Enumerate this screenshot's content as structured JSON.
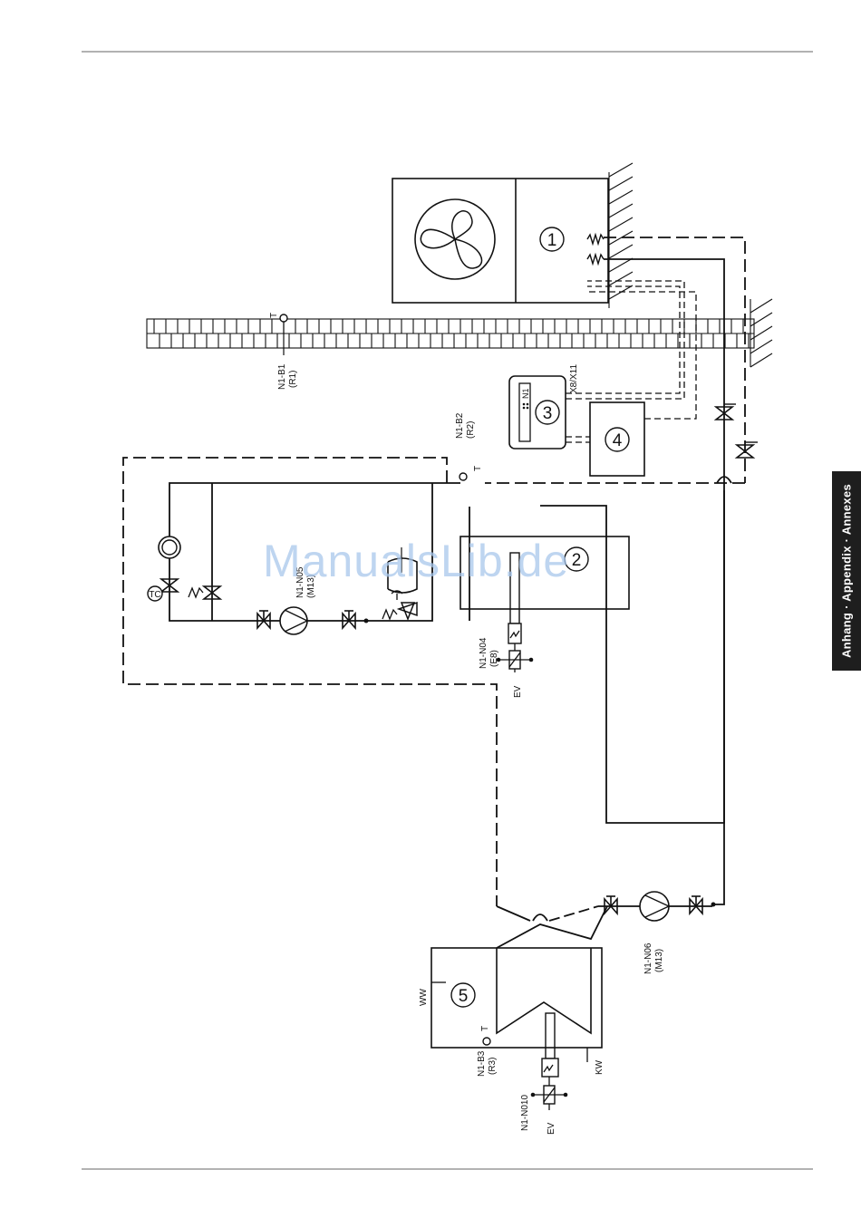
{
  "side_tab": "Anhang · Appendix · Annexes",
  "watermark": "ManualsLib.de",
  "components": {
    "heat_pump": "1",
    "buffer_tank": "2",
    "controller": "3",
    "box4": "4",
    "dhw_tank": "5",
    "controller_module": "N1"
  },
  "labels": {
    "n1_b1": "N1-B1",
    "r1": "(R1)",
    "t_outdoor": "T",
    "n1_b2": "N1-B2",
    "r2": "(R2)",
    "t_return": "T",
    "x8x11": "X8/X11",
    "n1_n05": "N1-N05",
    "m13_a": "(M13)",
    "n1_n04": "N1-N04",
    "e8": "(E8)",
    "ev_a": "EV",
    "tc": "TC",
    "n1_n06": "N1-N06",
    "m13_b": "(M13)",
    "ww": "WW",
    "kw": "KW",
    "n1_b3": "N1-B3",
    "r3": "(R3)",
    "t_dhw": "T",
    "n1_n010": "N1-N010",
    "ev_b": "EV"
  }
}
